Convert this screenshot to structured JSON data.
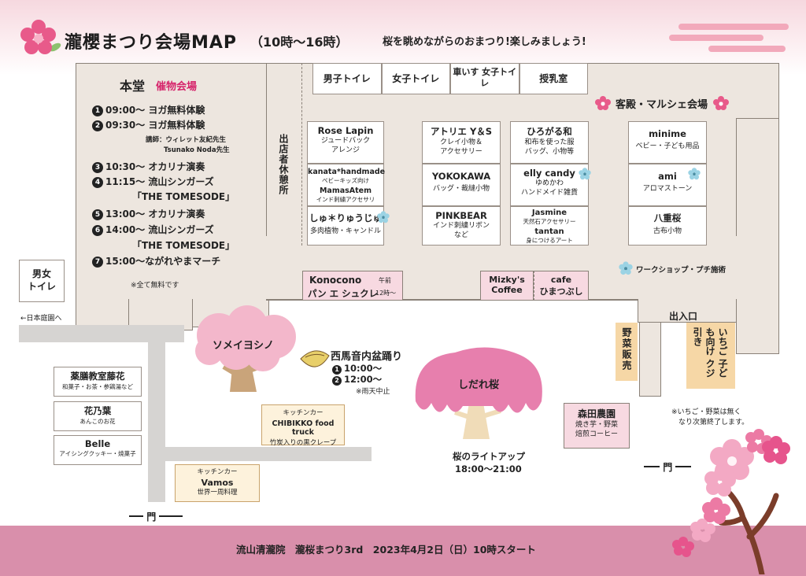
{
  "header": {
    "title": "瀧櫻まつり会場MAP",
    "hours": "（10時〜16時）",
    "tagline": "桜を眺めながらのおまつり!楽しみましょう!"
  },
  "honden": {
    "title": "本堂",
    "subtitle": "催物会場",
    "schedule": [
      {
        "num": "1",
        "text": "09:00〜 ヨガ無料体験"
      },
      {
        "num": "2",
        "text": "09:30〜 ヨガ無料体験"
      },
      {
        "num": "",
        "text": "講師：ウィレット友紀先生"
      },
      {
        "num": "",
        "text": "Tsunako Noda先生"
      },
      {
        "num": "3",
        "text": "10:30〜 オカリナ演奏"
      },
      {
        "num": "4",
        "text": "11:15〜 流山シンガーズ"
      },
      {
        "num": "",
        "text": "「THE TOMESODE」"
      },
      {
        "num": "5",
        "text": "13:00〜 オカリナ演奏"
      },
      {
        "num": "6",
        "text": "14:00〜 流山シンガーズ"
      },
      {
        "num": "",
        "text": "「THE TOMESODE」"
      },
      {
        "num": "7",
        "text": "15:00〜ながれやまマーチ"
      }
    ],
    "note": "※全て無料です"
  },
  "toilets": {
    "items": [
      "男子トイレ",
      "女子トイレ",
      "車いす 女子トイレ",
      "授乳室"
    ],
    "unisex": "男女 トイレ"
  },
  "kyakuden": {
    "title": "客殿・マルシェ会場"
  },
  "rest_area": "出店者休憩所",
  "stores": [
    {
      "name": "Rose Lapin",
      "sub1": "ジュードバック",
      "sub2": "アレンジ"
    },
    {
      "name": "kanata*handmade",
      "sub1": "ベビーキッズ向け",
      "sub2": ""
    },
    {
      "name": "MamasAtem",
      "sub1": "インド刺繍アクセサリ",
      "sub2": ""
    },
    {
      "name": "しゅ＊りゅうじゅ",
      "sub1": "多肉植物・キャンドル",
      "sub2": ""
    },
    {
      "name": "アトリエ Y＆S",
      "sub1": "クレイ小物＆",
      "sub2": "アクセサリー"
    },
    {
      "name": "YOKOKAWA",
      "sub1": "バッグ・裁縫小物",
      "sub2": ""
    },
    {
      "name": "PINKBEAR",
      "sub1": "インド刺繍リボン",
      "sub2": "など"
    },
    {
      "name": "ひろがる和",
      "sub1": "和布を使った服",
      "sub2": "バッグ、小物等"
    },
    {
      "name": "elly candy",
      "sub1": "ゆめかわ",
      "sub2": "ハンドメイド雑貨"
    },
    {
      "name": "Jasmine",
      "sub1": "天然石アクセサリー",
      "sub2": ""
    },
    {
      "name": "tantan",
      "sub1": "身につけるアート",
      "sub2": ""
    },
    {
      "name": "minime",
      "sub1": "ベビー・子ども用品",
      "sub2": ""
    },
    {
      "name": "ami",
      "sub1": "アロマストーン",
      "sub2": ""
    },
    {
      "name": "八重桜",
      "sub1": "古布小物",
      "sub2": ""
    }
  ],
  "legend_workshop": "ワークショップ・プチ施術",
  "food": {
    "konocono": "Konocono",
    "konocono_sub": "パン エ シュクレ",
    "konocono_time1": "午前",
    "konocono_time2": "12時〜",
    "mizky1": "Mizky's",
    "mizky2": "Coffee",
    "cafe1": "cafe",
    "cafe2": "ひまつぶし"
  },
  "entrance": "出入口",
  "vegetables": "野菜販売",
  "strawberry": "いちご 子ども向け クジ引き",
  "veg_note1": "※いちご・野菜は無く",
  "veg_note2": "なり次第終了します。",
  "trees": {
    "somei": "ソメイヨシノ",
    "shidare": "しだれ桜",
    "lightup": "桜のライトアップ",
    "lightup_time": "18:00〜21:00"
  },
  "dance": {
    "title": "西馬音内盆踊り",
    "t1": "10:00〜",
    "t2": "12:00〜",
    "note": "※雨天中止"
  },
  "garden_arrow": "←日本庭園へ",
  "left_shops": [
    {
      "name": "薬膳教室藤花",
      "sub": "和菓子・お茶・参鶏湯など"
    },
    {
      "name": "花乃葉",
      "sub": "あんこのお花"
    },
    {
      "name": "Belle",
      "sub": "アイシングクッキー・焼菓子"
    }
  ],
  "kitchen_cars": [
    {
      "label": "キッチンカー",
      "name": "CHIBIKKO food truck",
      "sub": "竹炭入りの黒クレープ"
    },
    {
      "label": "キッチンカー",
      "name": "Vamos",
      "sub": "世界一周料理"
    }
  ],
  "morita": {
    "name": "森田農園",
    "sub1": "焼き芋・野菜",
    "sub2": "焙煎コーヒー"
  },
  "gate": "門",
  "footer": "流山清瀧院　瀧桜まつり3rd　2023年4月2日（日）10時スタート",
  "colors": {
    "accent_pink": "#d6246b",
    "footer": "#d98fab",
    "building": "#ede6df",
    "blossom": "#e87fa8"
  }
}
